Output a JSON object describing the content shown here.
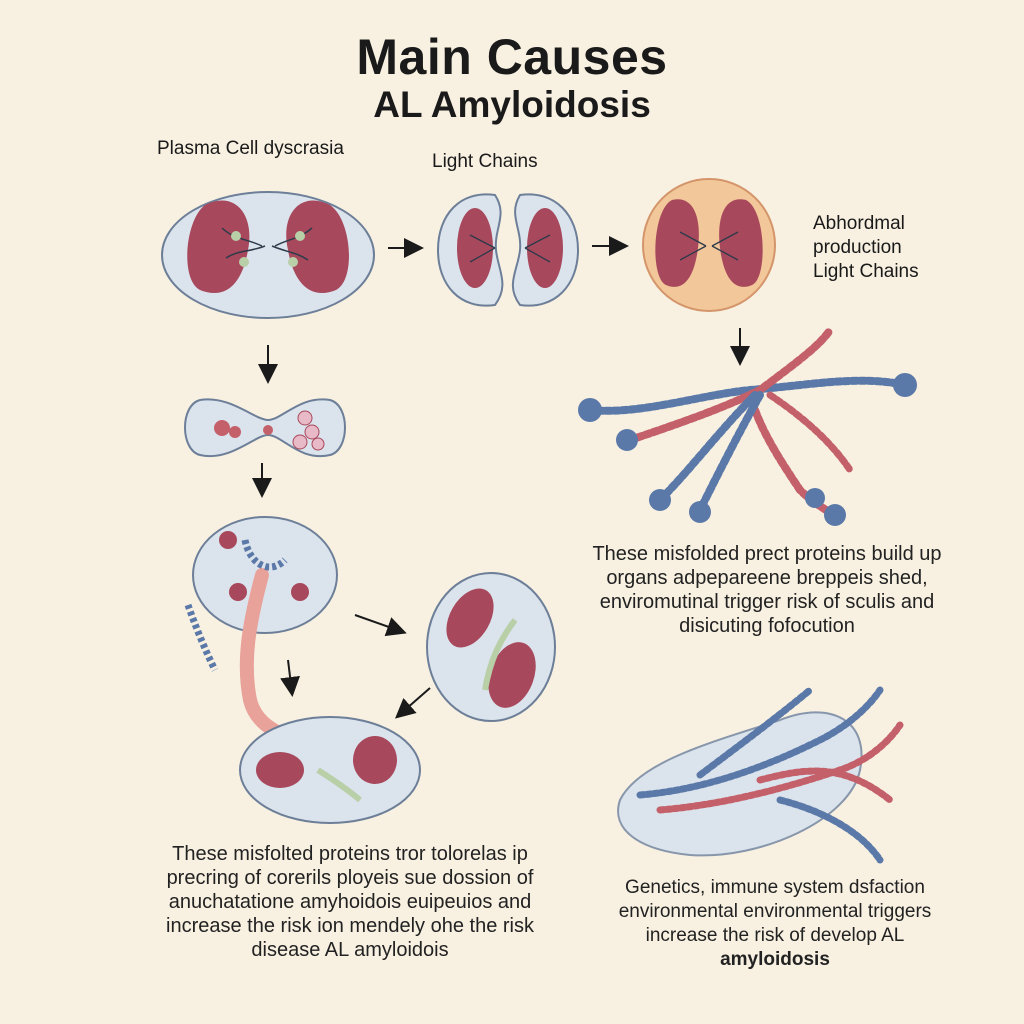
{
  "title": "Main Causes",
  "subtitle": "AL Amyloidosis",
  "labels": {
    "plasma_cell": "Plasma Cell dyscrasia",
    "light_chains": "Light Chains",
    "abnormal": [
      "Abhordmal",
      "production",
      "Light Chains"
    ]
  },
  "paragraphs": {
    "right_middle": [
      "These misfolded prect proteins build up",
      "organs adpepareene breppeis shed,",
      "enviromutinal trigger risk of sculis and",
      "disicuting fofocution"
    ],
    "left_bottom": [
      "These misfolted proteins tror tolorelas ip",
      "precring of corerils ployeis sue dossion of",
      "anuchatatione amyhoidois euipeuios and",
      "increase the risk ion mendely ohe the risk",
      "disease AL amyloidois"
    ],
    "right_bottom": [
      "Genetics, immune system dsfaction",
      "environmental environmental triggers",
      "increase the risk of develop AL",
      "amyloidosis"
    ]
  },
  "colors": {
    "background": "#f8f1e2",
    "cell_fill": "#dbe3ec",
    "cell_stroke": "#6d7f98",
    "nucleus": "#a8485c",
    "protein_red": "#c4606a",
    "protein_blue": "#5b79a8",
    "orange_cell": "#f2c79a"
  }
}
